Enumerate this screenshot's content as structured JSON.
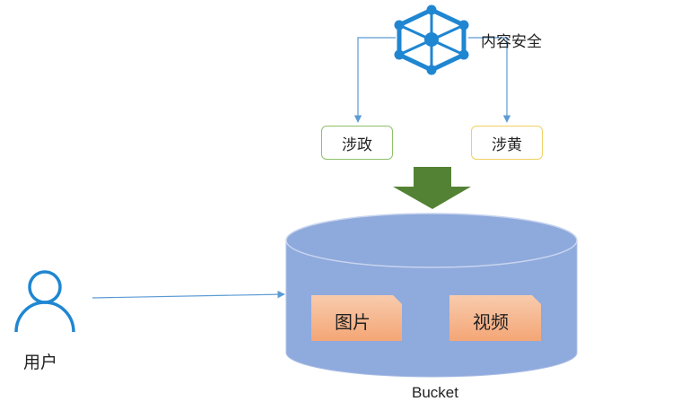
{
  "diagram": {
    "content_safety": {
      "label": "内容安全",
      "icon": "hexagon-network-icon"
    },
    "checks": [
      {
        "label": "涉政",
        "color": "#8fc06a"
      },
      {
        "label": "涉黄",
        "color": "#f0d060"
      }
    ],
    "user": {
      "label": "用户",
      "icon": "user-icon"
    },
    "bucket": {
      "label": "Bucket",
      "files": [
        {
          "label": "图片"
        },
        {
          "label": "视频"
        }
      ]
    },
    "colors": {
      "icon_blue": "#1f86d2",
      "connector": "#5b9bd5",
      "bucket_fill": "#8faadc",
      "bucket_top": "#8ea9db",
      "file_fill": "#f4b183",
      "big_arrow": "#548235"
    }
  }
}
